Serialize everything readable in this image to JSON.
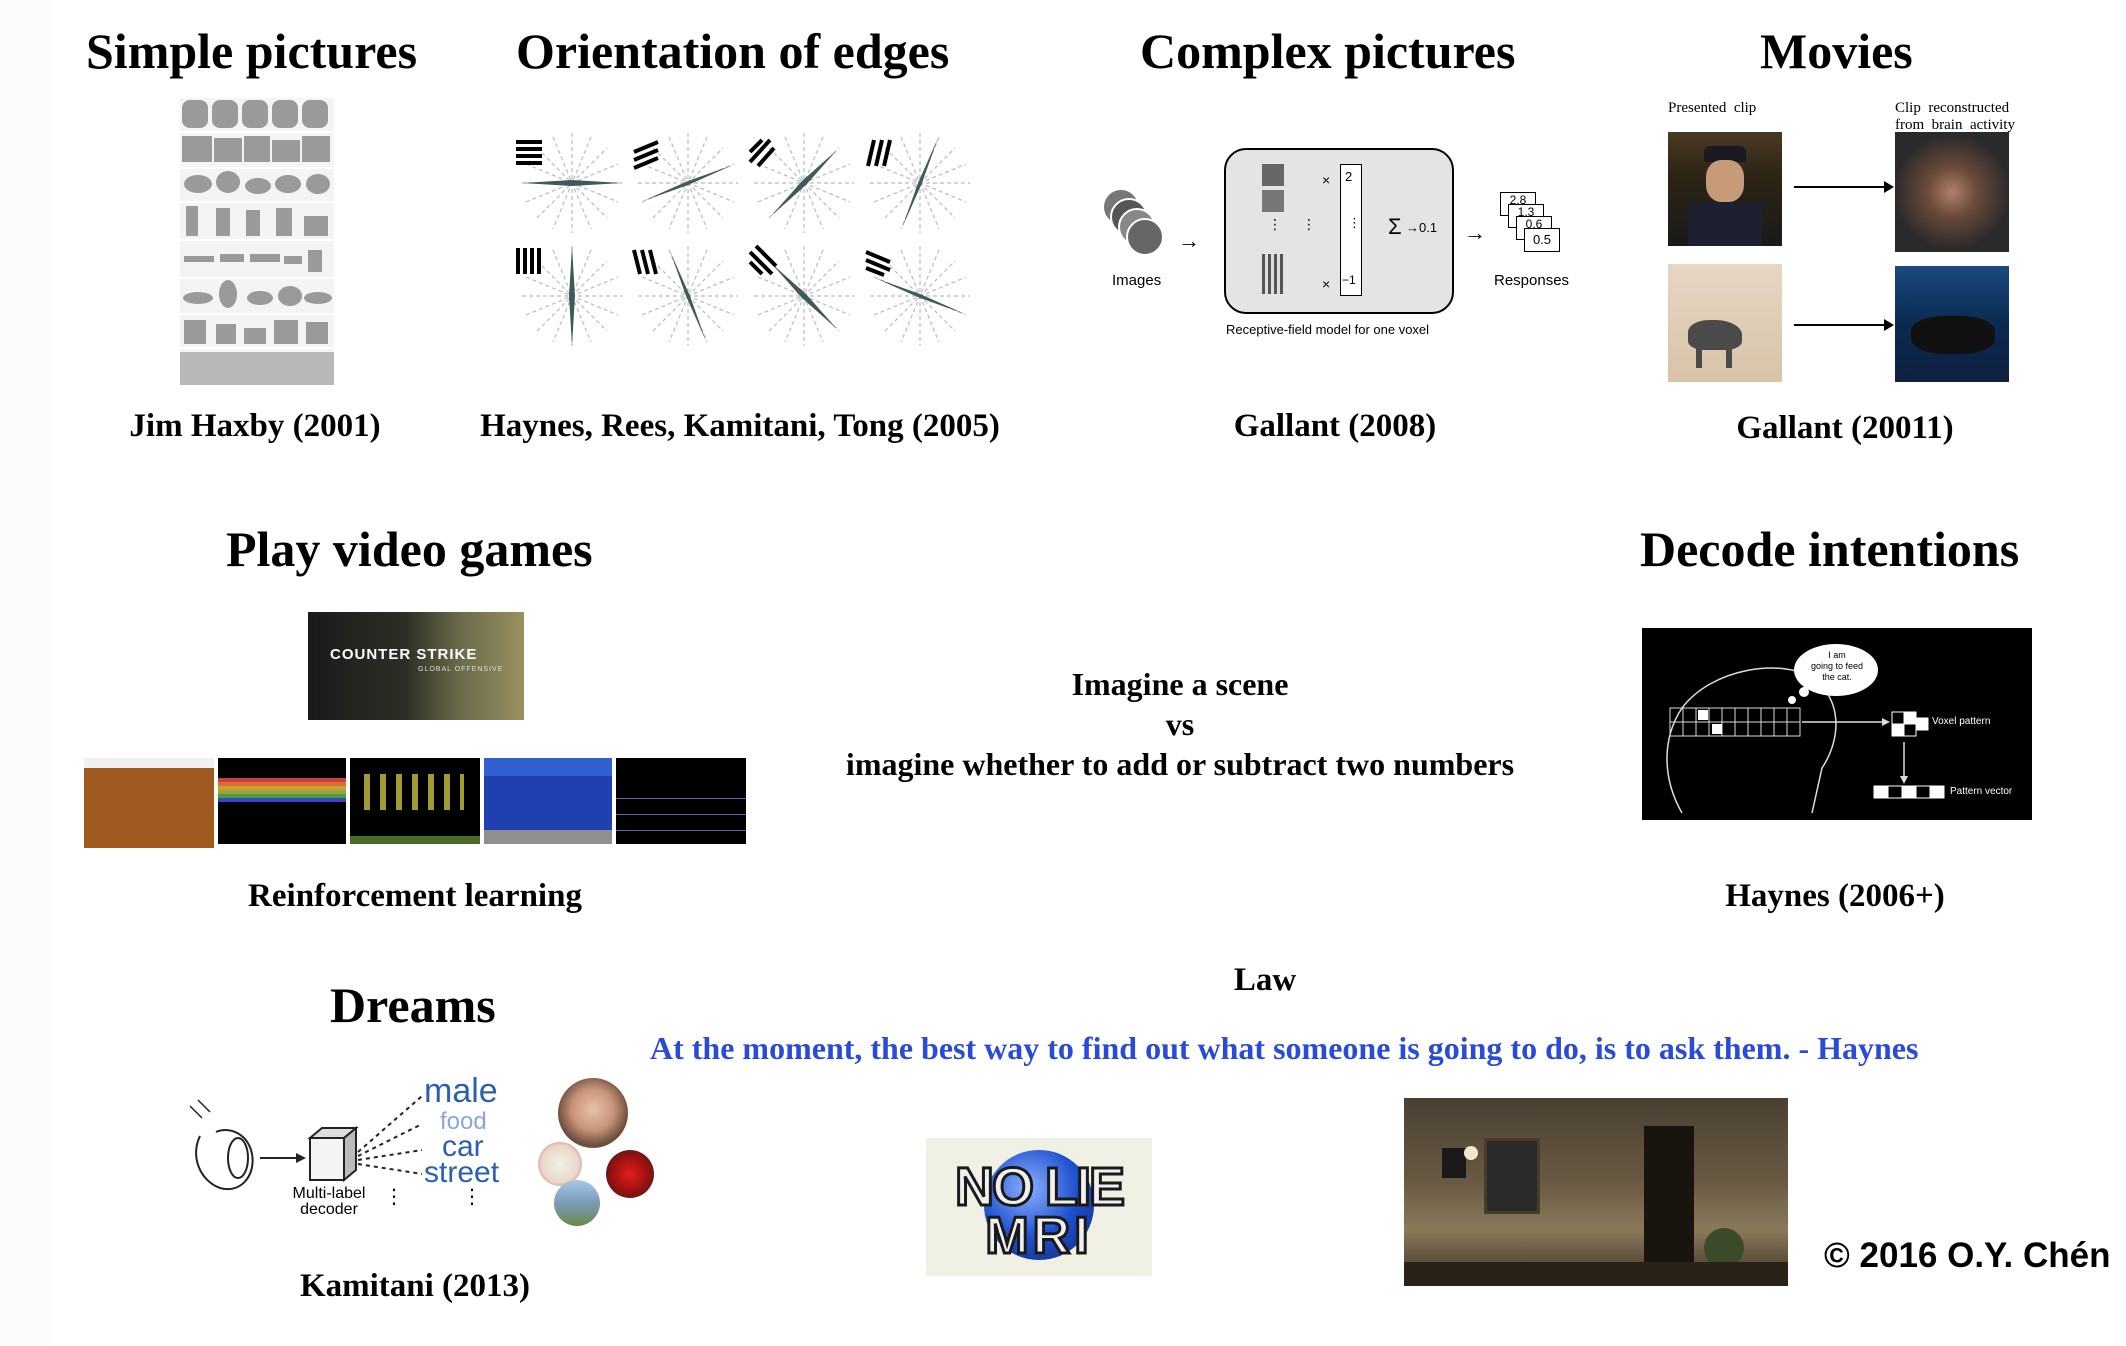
{
  "sections": {
    "simple_pictures": {
      "title": "Simple pictures",
      "caption": "Jim Haxby (2001)"
    },
    "orientation_edges": {
      "title": "Orientation of edges",
      "caption": "Haynes, Rees, Kamitani, Tong (2005)"
    },
    "complex_pictures": {
      "title": "Complex pictures",
      "caption": "Gallant (2008)",
      "diagram": {
        "images_label": "Images",
        "responses_label": "Responses",
        "model_label": "Receptive-field model for one voxel",
        "weights": [
          "2",
          "⋮",
          "−1"
        ],
        "output_value": "0.1",
        "response_values": [
          "2.8",
          "1.3",
          "0.6",
          "0.5"
        ],
        "times": "×",
        "sum": "Σ",
        "dots": "⋮"
      }
    },
    "movies": {
      "title": "Movies",
      "caption": "Gallant (20011)",
      "presented_label": "Presented  clip",
      "reconstructed_label": "Clip  reconstructed\nfrom  brain  activity"
    },
    "video_games": {
      "title": "Play video games",
      "caption": "Reinforcement learning",
      "banner_text": "COUNTER STRIKE",
      "banner_subtext": "GLOBAL OFFENSIVE"
    },
    "center": {
      "line1": "Imagine a scene",
      "line2": "vs",
      "line3": "imagine whether to add or subtract two numbers"
    },
    "decode_intentions": {
      "title": "Decode intentions",
      "caption": "Haynes (2006+)",
      "thought": "I am\ngoing to feed\nthe cat.",
      "voxel_label": "Voxel pattern",
      "vector_label": "Pattern vector"
    },
    "law": {
      "label": "Law",
      "quote": "At the moment, the best way to find out what someone is going to do, is to ask them. - Haynes",
      "logo_text_1": "NO LIE",
      "logo_text_2": "MRI"
    },
    "dreams": {
      "title": "Dreams",
      "caption": "Kamitani (2013)",
      "words": [
        "male",
        "food",
        "car",
        "street"
      ],
      "decoder_label": "Multi-label\ndecoder",
      "dots": "⋮"
    }
  },
  "copyright": "© 2016 O.Y. Chén",
  "colors": {
    "quote": "#2a4bd7",
    "dream_word": "#2b5fb0",
    "dream_word_light": "#8aa7d6"
  }
}
